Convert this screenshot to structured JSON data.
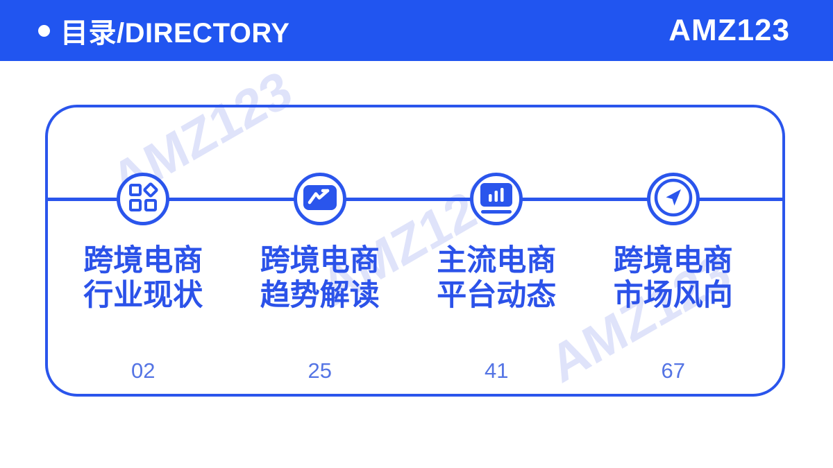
{
  "theme": {
    "header_bg": "#2155F0",
    "outline_blue": "#2A55EC",
    "title_text_blue": "#2B52E9",
    "page_number_blue": "#5474E4",
    "watermark_color": "#DFE3FA"
  },
  "header": {
    "title": "目录/DIRECTORY",
    "logo": "AMZ123"
  },
  "watermark": {
    "text": "AMZ123"
  },
  "directory": {
    "items": [
      {
        "icon": "grid-shapes-icon",
        "title_line1": "跨境电商",
        "title_line2": "行业现状",
        "page": "02"
      },
      {
        "icon": "trend-line-icon",
        "title_line1": "跨境电商",
        "title_line2": "趋势解读",
        "page": "25"
      },
      {
        "icon": "bar-chart-board-icon",
        "title_line1": "主流电商",
        "title_line2": "平台动态",
        "page": "41"
      },
      {
        "icon": "compass-icon",
        "title_line1": "跨境电商",
        "title_line2": "市场风向",
        "page": "67"
      }
    ]
  }
}
